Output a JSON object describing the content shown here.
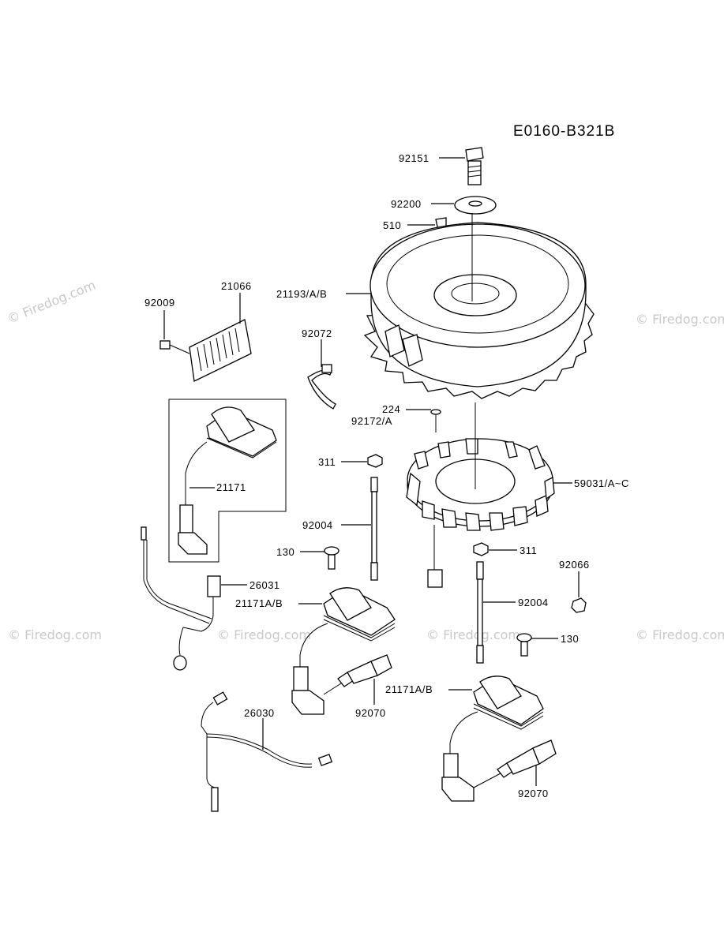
{
  "diagram_code": "E0160-B321B",
  "watermark": "© Firedog.com",
  "labels": {
    "p92151": "92151",
    "p92200": "92200",
    "p510": "510",
    "p21193": "21193/A/B",
    "p21066": "21066",
    "p92009": "92009",
    "p92072": "92072",
    "p224": "224",
    "p92172": "92172/A",
    "p311a": "311",
    "p59031": "59031/A~C",
    "p21171": "21171",
    "p92004a": "92004",
    "p130a": "130",
    "p311b": "311",
    "p92066": "92066",
    "p26031": "26031",
    "p21171ab_a": "21171A/B",
    "p92004b": "92004",
    "p130b": "130",
    "p92070a": "92070",
    "p21171ab_b": "21171A/B",
    "p26030": "26030",
    "p92070b": "92070"
  }
}
